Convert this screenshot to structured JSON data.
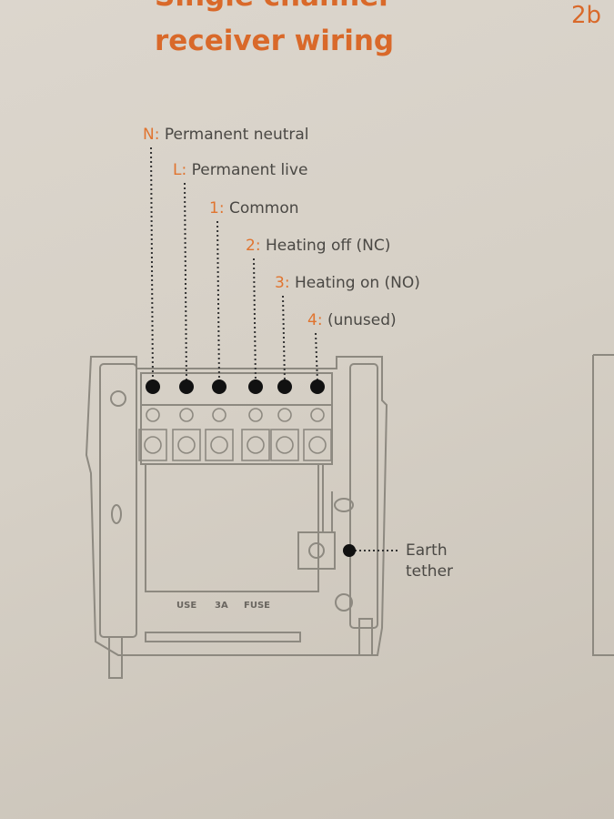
{
  "header": {
    "title_line1": "Single channel",
    "title_line2": "receiver wiring",
    "page_number": "2b"
  },
  "terminals": [
    {
      "key": "N:",
      "label": "Permanent neutral"
    },
    {
      "key": "L:",
      "label": "Permanent live"
    },
    {
      "key": "1:",
      "label": "Common"
    },
    {
      "key": "2:",
      "label": "Heating off (NC)"
    },
    {
      "key": "3:",
      "label": "Heating on (NO)"
    },
    {
      "key": "4:",
      "label": "(unused)"
    }
  ],
  "fuse_labels": [
    "USE",
    "3A",
    "FUSE"
  ],
  "earth": {
    "line1": "Earth",
    "line2": "tether"
  },
  "colors": {
    "accent": "#d9692a",
    "line": "#8a867e"
  }
}
